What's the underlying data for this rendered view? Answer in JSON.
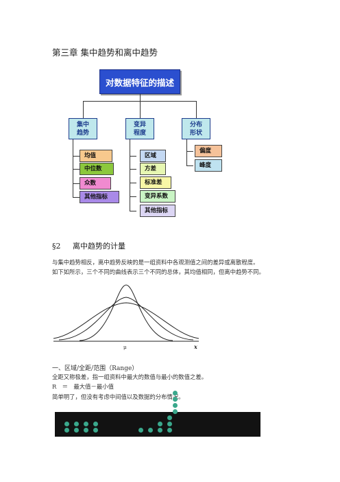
{
  "title": "第三章 集中趋势和离中趋势",
  "diagram": {
    "root": "对数据特征的描述",
    "categories": [
      {
        "label_line1": "集中",
        "label_line2": "趋势",
        "items": [
          "均值",
          "中位数",
          "众数",
          "其他指标"
        ],
        "item_colors": [
          "#f7c98d",
          "#8cc83c",
          "#f08ad0",
          "#a98ae8"
        ]
      },
      {
        "label_line1": "变异",
        "label_line2": "程度",
        "items": [
          "区域",
          "方差",
          "标准差",
          "变异系数",
          "其他指标"
        ],
        "item_colors": [
          "#c4d9f3",
          "#e7f7b2",
          "#f8f7a6",
          "#c9f4c4",
          "#dcd6f4"
        ]
      },
      {
        "label_line1": "分布",
        "label_line2": "形状",
        "items": [
          "偏度",
          "峰度"
        ],
        "item_colors": [
          "#f5c29a",
          "#bfe2f0"
        ]
      }
    ]
  },
  "section": {
    "number": "§2",
    "heading": "离中趋势的计量"
  },
  "paragraphs": [
    "与集中趋势相反，离中趋势反映的是一组资料中各观测值之间的差异或离散程度。",
    "如下如所示，三个不同的曲线表示三个不同的总体，其均值相同，但离中趋势不同。"
  ],
  "curve_figure": {
    "mu_label": "μ",
    "x_label": "x"
  },
  "range_section": {
    "heading": "一、区域/全距/范围（Range）",
    "definition": "全距又称极差，指一组资料中最大的数值与最小的数值之差。",
    "formula": "R　＝　最大值－最小值",
    "note": "简单明了，但没有考虑中间值以及数据的分布情况。"
  },
  "colors": {
    "root_bg": "#2b4fcf",
    "category_bg": "#bfe8ec",
    "dot": "#3aa88c"
  }
}
